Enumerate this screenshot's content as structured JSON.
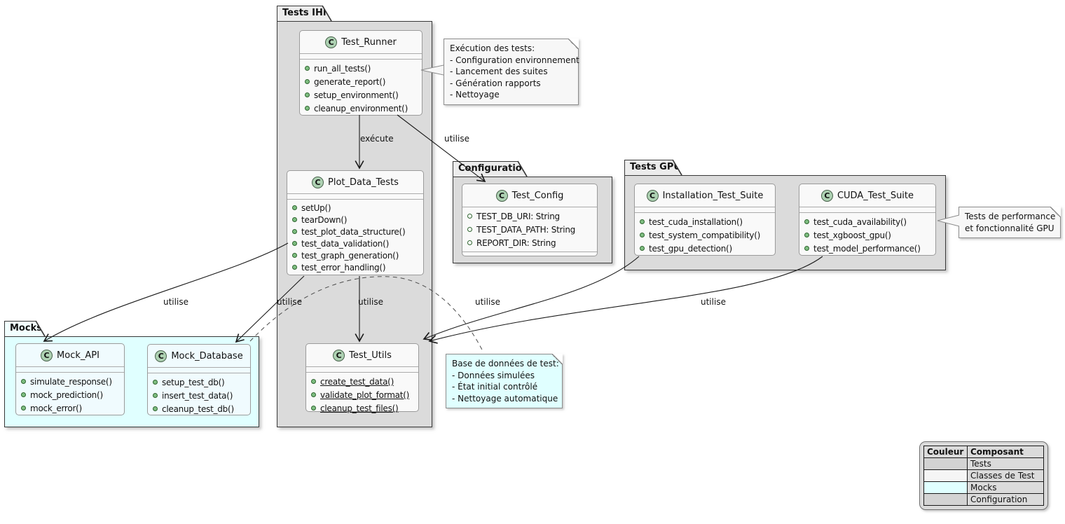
{
  "packages": {
    "tests_ihm": {
      "title": "Tests IHM"
    },
    "configuration": {
      "title": "Configuration"
    },
    "tests_gpu": {
      "title": "Tests GPU"
    },
    "mocks": {
      "title": "Mocks"
    }
  },
  "classes": {
    "test_runner": {
      "badge": "C",
      "name": "Test_Runner",
      "methods": [
        "run_all_tests()",
        "generate_report()",
        "setup_environment()",
        "cleanup_environment()"
      ]
    },
    "plot_data_tests": {
      "badge": "C",
      "name": "Plot_Data_Tests",
      "methods": [
        "setUp()",
        "tearDown()",
        "test_plot_data_structure()",
        "test_data_validation()",
        "test_graph_generation()",
        "test_error_handling()"
      ]
    },
    "test_utils": {
      "badge": "C",
      "name": "Test_Utils",
      "static_methods": [
        "create_test_data()",
        "validate_plot_format()",
        "cleanup_test_files()"
      ]
    },
    "test_config": {
      "badge": "C",
      "name": "Test_Config",
      "attributes": [
        "TEST_DB_URI: String",
        "TEST_DATA_PATH: String",
        "REPORT_DIR: String"
      ]
    },
    "installation_test_suite": {
      "badge": "C",
      "name": "Installation_Test_Suite",
      "methods": [
        "test_cuda_installation()",
        "test_system_compatibility()",
        "test_gpu_detection()"
      ]
    },
    "cuda_test_suite": {
      "badge": "C",
      "name": "CUDA_Test_Suite",
      "methods": [
        "test_cuda_availability()",
        "test_xgboost_gpu()",
        "test_model_performance()"
      ]
    },
    "mock_api": {
      "badge": "C",
      "name": "Mock_API",
      "methods": [
        "simulate_response()",
        "mock_prediction()",
        "mock_error()"
      ]
    },
    "mock_database": {
      "badge": "C",
      "name": "Mock_Database",
      "methods": [
        "setup_test_db()",
        "insert_test_data()",
        "cleanup_test_db()"
      ]
    }
  },
  "notes": {
    "execution": {
      "lines": [
        "Exécution des tests:",
        "- Configuration environnement",
        "- Lancement des suites",
        "- Génération rapports",
        "- Nettoyage"
      ]
    },
    "gpu": {
      "lines": [
        "Tests de performance",
        "et fonctionnalité GPU"
      ]
    },
    "database": {
      "lines": [
        "Base de données de test:",
        "- Données simulées",
        "- État initial contrôlé",
        "- Nettoyage automatique"
      ]
    }
  },
  "edges": [
    {
      "label": "exécute"
    },
    {
      "label": "utilise"
    },
    {
      "label": "utilise"
    },
    {
      "label": "utilise"
    },
    {
      "label": "utilise"
    },
    {
      "label": "utilise"
    },
    {
      "label": "utilise"
    }
  ],
  "legend": {
    "headers": [
      "Couleur",
      "Composant"
    ],
    "rows": [
      {
        "color": "#D3D3D3",
        "label": "Tests"
      },
      {
        "color": "#F5F5F5",
        "label": "Classes de Test"
      },
      {
        "color": "#E0FFFF",
        "label": "Mocks"
      },
      {
        "color": "#D3D3D3",
        "label": "Configuration"
      }
    ]
  },
  "colors": {
    "class_badge": "#ADD1B2",
    "tests_bg": "#DBDBDB",
    "mocks_bg": "#E0FFFF"
  }
}
